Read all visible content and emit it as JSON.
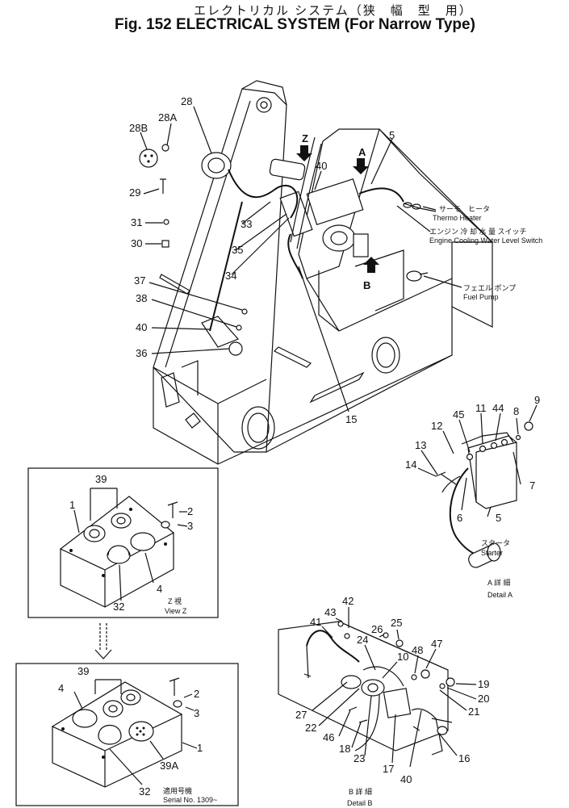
{
  "title": {
    "japanese": "エレクトリカル システム（狭　幅　型　用）",
    "english": "Fig. 152 ELECTRICAL SYSTEM (For Narrow Type)"
  },
  "callouts": {
    "main": [
      "28",
      "28A",
      "28B",
      "29",
      "31",
      "30",
      "33",
      "35",
      "34",
      "37",
      "38",
      "40",
      "36",
      "15",
      "5",
      "40",
      "Z",
      "A",
      "B"
    ],
    "detail_a": [
      "9",
      "8",
      "44",
      "11",
      "45",
      "12",
      "13",
      "14",
      "7",
      "6",
      "5"
    ],
    "view_z_top": [
      "39",
      "1",
      "2",
      "3",
      "4",
      "32"
    ],
    "view_z_bottom": [
      "39",
      "2",
      "4",
      "3",
      "1",
      "39A",
      "32"
    ],
    "detail_b": [
      "42",
      "43",
      "41",
      "26",
      "25",
      "24",
      "10",
      "48",
      "47",
      "19",
      "20",
      "21",
      "27",
      "22",
      "46",
      "18",
      "23",
      "17",
      "40",
      "16"
    ]
  },
  "notes": {
    "thermo_jp": "サーモ　ヒータ",
    "thermo_en": "Thermo Heater",
    "level_jp": "エンジン 冷 却 水 量 スイッチ",
    "level_en": "Engine Cooling Water Level Switch",
    "pump_jp": "フェエル ポンプ",
    "pump_en": "Fuel Pump",
    "starter_jp": "スタータ",
    "starter_en": "Starter",
    "detail_a_jp": "A 詳 細",
    "detail_a_en": "Detail A",
    "view_z_jp": "Z 視",
    "view_z_en": "View Z",
    "serial_jp": "適用号機",
    "serial_en": "Serial No. 1309~",
    "detail_b_jp": "B 詳 細",
    "detail_b_en": "Detail B"
  }
}
